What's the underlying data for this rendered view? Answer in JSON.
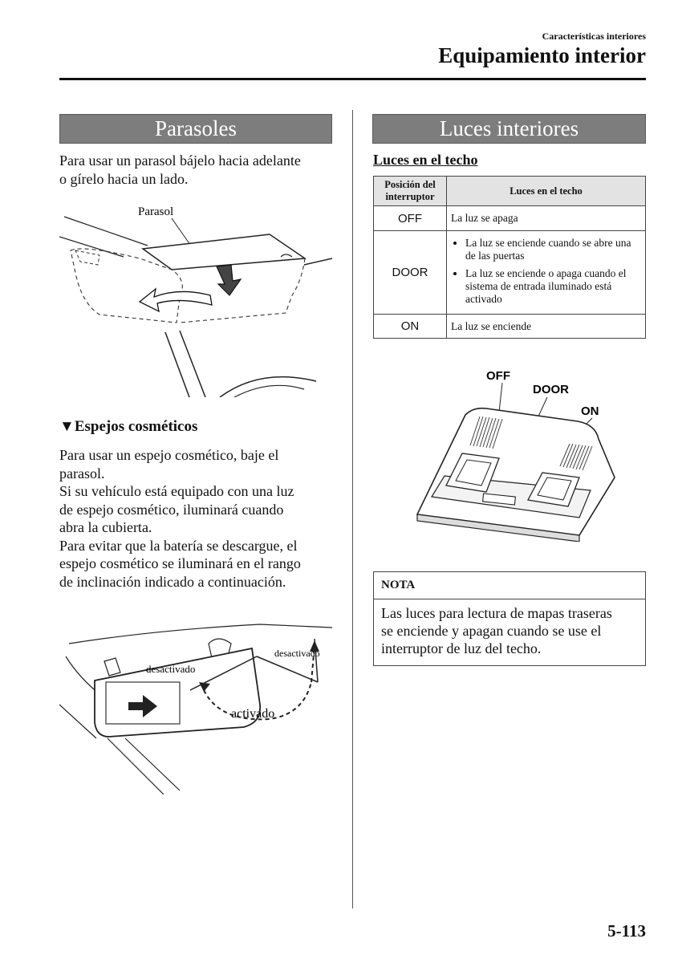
{
  "header": {
    "section": "Características interiores",
    "title": "Equipamiento interior"
  },
  "left": {
    "band_title": "Parasoles",
    "intro": [
      "Para usar un parasol bájelo hacia adelante",
      "o gírelo hacia un lado."
    ],
    "fig1_label": "Parasol",
    "mirrors_marker": "▼",
    "mirrors_title": "Espejos cosméticos",
    "mirrors_text": [
      "Para usar un espejo cosmético, baje el",
      "parasol.",
      "Si su vehículo está equipado con una luz",
      "de espejo cosmético, iluminará cuando",
      "abra la cubierta.",
      "Para evitar que la batería se descargue, el",
      "espejo cosmético se iluminará en el rango",
      "de inclinación indicado a continuación."
    ],
    "fig2_labels": {
      "off_left": "desactivado",
      "off_right": "desactivado",
      "on": "activado"
    }
  },
  "right": {
    "band_title": "Luces interiores",
    "subtitle": "Luces en el techo",
    "table": {
      "col1_header": [
        "Posición del",
        "interruptor"
      ],
      "col2_header": "Luces en el techo",
      "rows": [
        {
          "pos": "OFF",
          "desc": [
            "La luz se apaga"
          ]
        },
        {
          "pos": "DOOR",
          "desc": [
            "La luz se enciende cuando se abre una de las puertas",
            "La luz se enciende o apaga cuando el sistema de entrada iluminado está activado"
          ]
        },
        {
          "pos": "ON",
          "desc": [
            "La luz se enciende"
          ]
        }
      ]
    },
    "fig3_labels": {
      "off": "OFF",
      "door": "DOOR",
      "on": "ON"
    },
    "nota": {
      "title": "NOTA",
      "text": [
        "Las luces para lectura de mapas traseras",
        "se enciende y apagan cuando se use el",
        "interruptor de luz del techo."
      ]
    }
  },
  "page_number": "5-113"
}
